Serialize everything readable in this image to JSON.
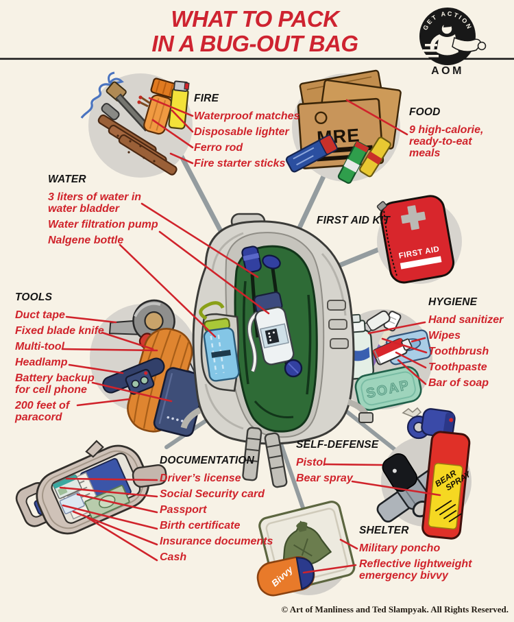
{
  "title": {
    "line1": "WHAT TO PACK",
    "line2": "IN A BUG-OUT BAG"
  },
  "logo": {
    "arc_text": "GET ACTION",
    "name": "AOM"
  },
  "sections": {
    "fire": {
      "header": "FIRE",
      "items": [
        "Waterproof matches",
        "Disposable lighter",
        "Ferro rod",
        "Fire starter sticks"
      ]
    },
    "food": {
      "header": "FOOD",
      "items": [
        "9 high-calorie,\nready-to-eat\nmeals"
      ]
    },
    "water": {
      "header": "WATER",
      "items": [
        "3 liters of water in\nwater bladder",
        "Water filtration pump",
        "Nalgene bottle"
      ]
    },
    "first_aid": {
      "header": "FIRST AID KIT"
    },
    "tools": {
      "header": "TOOLS",
      "items": [
        "Duct tape",
        "Fixed blade knife",
        "Multi-tool",
        "Headlamp",
        "Battery backup\nfor cell phone",
        "200 feet of\nparacord"
      ]
    },
    "hygiene": {
      "header": "HYGIENE",
      "items": [
        "Hand sanitizer",
        "Wipes",
        "Toothbrush",
        "Toothpaste",
        "Bar of soap"
      ]
    },
    "documentation": {
      "header": "DOCUMENTATION",
      "items": [
        "Driver’s license",
        "Social Security card",
        "Passport",
        "Birth certificate",
        "Insurance documents",
        "Cash"
      ]
    },
    "self_defense": {
      "header": "SELF-DEFENSE",
      "items": [
        "Pistol",
        "Bear spray"
      ]
    },
    "shelter": {
      "header": "SHELTER",
      "items": [
        "Military poncho",
        "Reflective lightweight\nemergency bivvy"
      ]
    }
  },
  "illustrations": {
    "mre_label": "MRE",
    "first_aid_label": "FIRST AID",
    "soap_label": "SOAP",
    "bear_spray_line1": "BEAR",
    "bear_spray_line2": "SPRAY",
    "bivvy_label": "Bivvy"
  },
  "footer": "© Art of Manliness and Ted Slampyak. All Rights Reserved.",
  "colors": {
    "background": "#f7f2e6",
    "accent_red": "#d0232b",
    "text_black": "#141414",
    "circle_gray": "#d6d3cd",
    "spoke_gray": "#949c9f"
  }
}
